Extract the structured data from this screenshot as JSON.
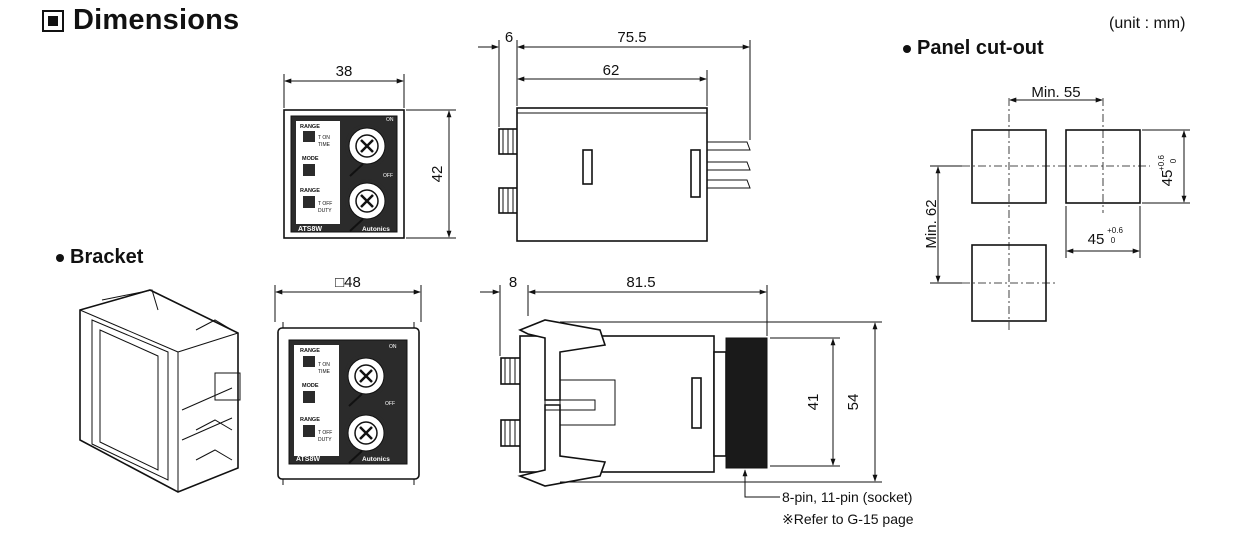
{
  "header": {
    "title": "Dimensions",
    "unit_note": "(unit : mm)"
  },
  "sections": {
    "panel_cutout": "Panel cut-out",
    "bracket": "Bracket"
  },
  "dimensions": {
    "front_width": "38",
    "front_height": "42",
    "side_face_offset": "6",
    "side_total_depth": "75.5",
    "side_body_depth": "62",
    "bracket_front_width": "□48",
    "bracket_side_offset": "8",
    "bracket_side_depth": "81.5",
    "bracket_inner_height": "41",
    "bracket_outer_height": "54"
  },
  "cutout": {
    "min_pitch_h": "Min. 55",
    "min_pitch_v": "Min. 62",
    "hole_size": "45",
    "tol_plus": "+0.6",
    "tol_zero": "0"
  },
  "front_panel": {
    "range_label": "RANGE",
    "mode_label": "MODE",
    "on_time_label": "T ON",
    "time_label": "TIME",
    "off_label": "T OFF",
    "duty_label": "DUTY",
    "on_led": "ON",
    "off_led": "OFF",
    "model": "ATS8W",
    "brand": "Autonics"
  },
  "notes": {
    "socket": "8-pin, 11-pin (socket)",
    "refer": "※Refer to G-15 page"
  },
  "colors": {
    "line": "#111111",
    "face": "#2b2b2b",
    "socket": "#1a1a1a"
  }
}
